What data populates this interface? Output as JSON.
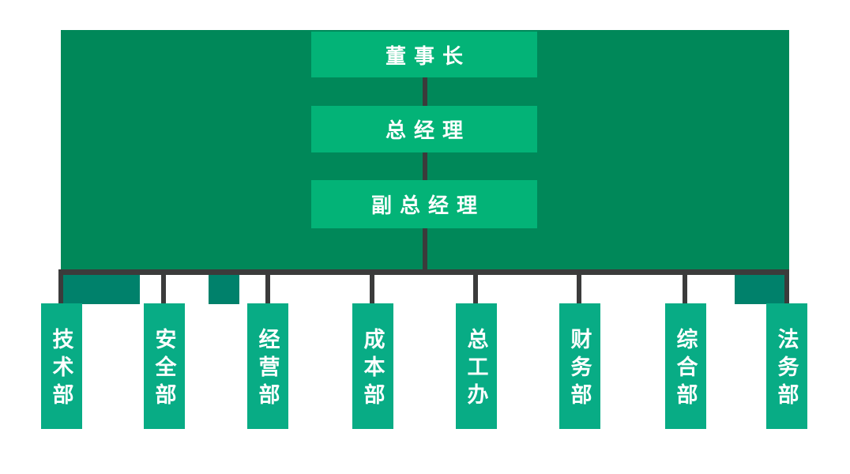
{
  "org_chart": {
    "leadership": [
      {
        "label": "董事长"
      },
      {
        "label": "总经理"
      },
      {
        "label": "副总经理"
      }
    ],
    "departments": [
      {
        "label": "技术部"
      },
      {
        "label": "安全部"
      },
      {
        "label": "经营部"
      },
      {
        "label": "成本部"
      },
      {
        "label": "总工办"
      },
      {
        "label": "财务部"
      },
      {
        "label": "综合部"
      },
      {
        "label": "法务部"
      }
    ],
    "colors": {
      "background": "#FFFFFF",
      "panel": "#008859",
      "panel_tab": "#00816B",
      "leader_box": "#03B377",
      "department_box": "#08AC85",
      "connector": "#3B3B3B",
      "text": "#FFFFFF"
    }
  }
}
